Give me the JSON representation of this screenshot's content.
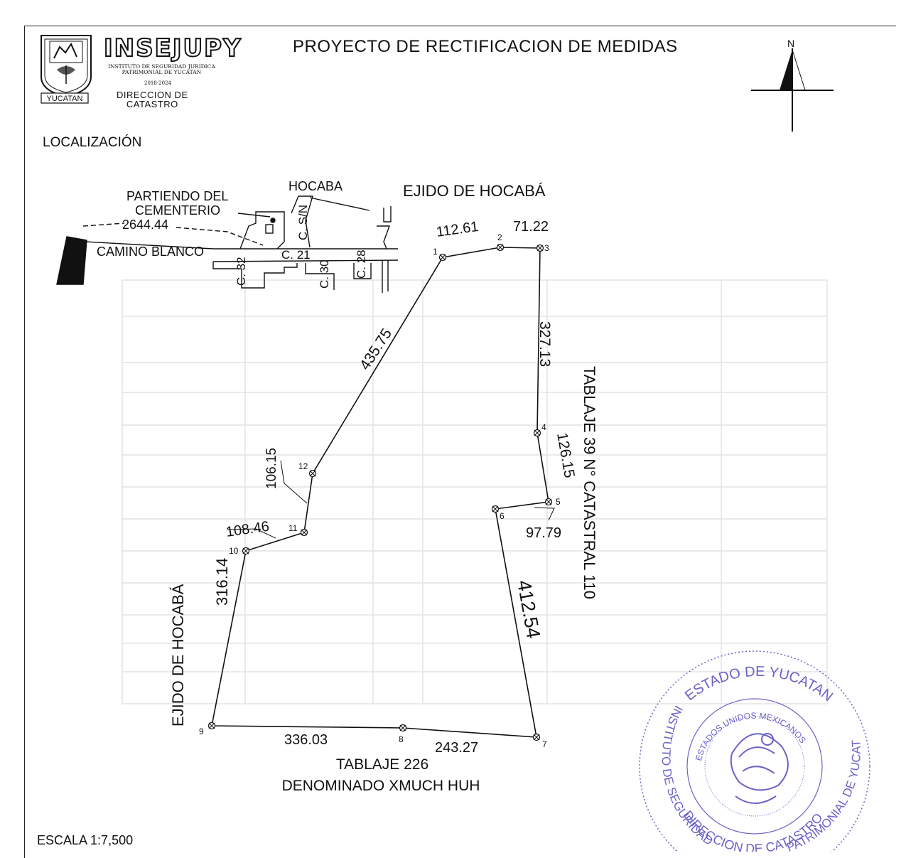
{
  "header": {
    "title": "PROYECTO DE RECTIFICACION DE MEDIDAS",
    "brand": "INSEJUPY",
    "institute_line1": "INSTITUTO DE SEGURIDAD JURIDICA",
    "institute_line2": "PATRIMONIAL DE YUCATAN",
    "period": "2018-2024",
    "dept_line1": "DIRECCION DE",
    "dept_line2": "CATASTRO",
    "shield_label": "YUCATAN"
  },
  "north_label": "N",
  "localization": {
    "heading": "LOCALIZACIÓN",
    "town": "HOCABA",
    "start_line1": "PARTIENDO DEL",
    "start_line2": "CEMENTERIO",
    "distance": "2644.44",
    "road": "CAMINO BLANCO",
    "streets": [
      "C. 32",
      "C. 21",
      "C. 30",
      "C. 28",
      "C. S/N"
    ]
  },
  "parcel": {
    "vertices": [
      "1",
      "2",
      "3",
      "4",
      "5",
      "6",
      "7",
      "8",
      "9",
      "10",
      "11",
      "12"
    ],
    "sides": [
      "112.61",
      "71.22",
      "327.13",
      "126.15",
      "97.79",
      "412.54",
      "243.27",
      "336.03",
      "316.14",
      "108.46",
      "106.15",
      "435.75"
    ]
  },
  "boundaries": {
    "north": "EJIDO DE HOCABÁ",
    "east": "TABLAJE 39 N° CATASTRAL 110",
    "south_line1": "TABLAJE 226",
    "south_line2": "DENOMINADO XMUCH HUH",
    "west": "EJIDO  DE HOCABÁ"
  },
  "scale": "ESCALA 1:7,500",
  "seal": {
    "outer_top": "ESTADO DE YUCATAN",
    "outer_left": "INSTITUTO DE SEGURIDAD",
    "outer_right": "PATRIMONIAL DE YUCATAN",
    "inner_ring": "ESTADOS UNIDOS MEXICANOS",
    "bottom": "DIRECCION DE CATASTRO"
  },
  "colors": {
    "ink": "#111111",
    "seal": "#6a63c9"
  }
}
